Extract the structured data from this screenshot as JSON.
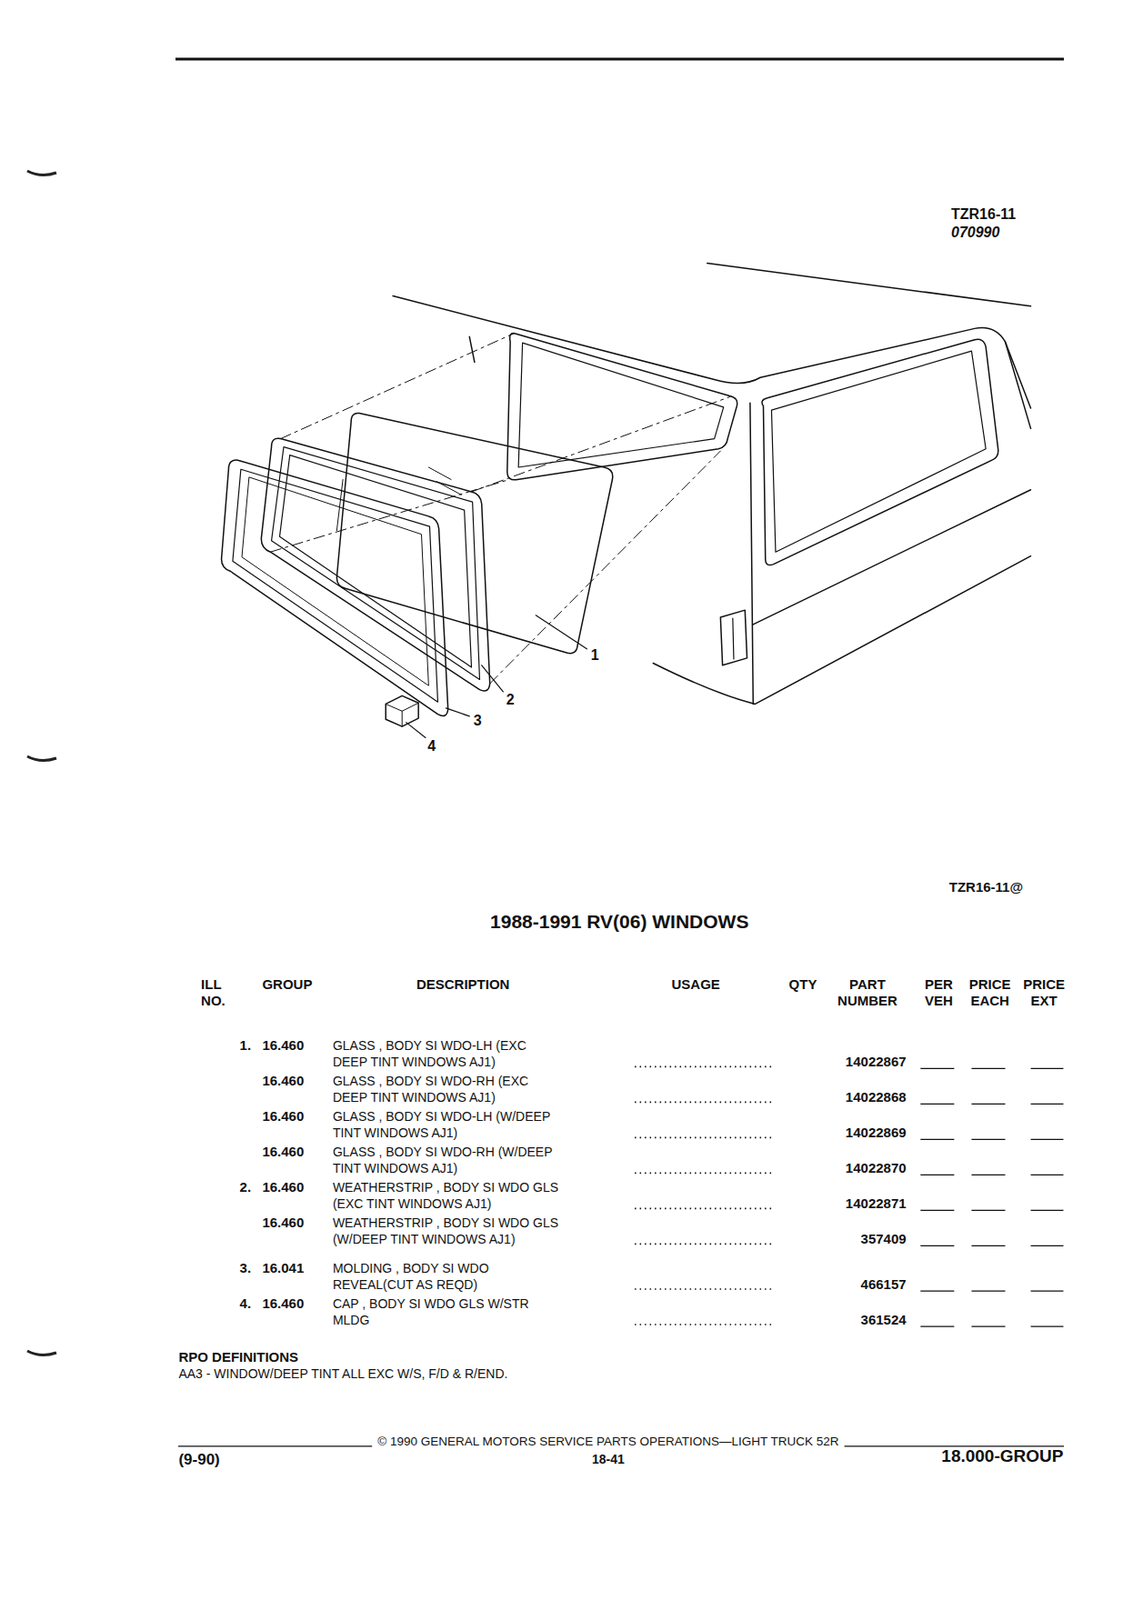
{
  "diagram": {
    "title": "1988-1991 RV(06) WINDOWS",
    "labels": [
      "TZR16-11",
      "070990",
      "1",
      "2",
      "3",
      "4",
      "TZR16-11@",
      "ILL NO.",
      "GROUP",
      "DESCRIPTION",
      "USAGE",
      "QTY",
      "PART NUMBER",
      "PER VEH",
      "PRICE EACH",
      "PRICE EXT",
      "1.",
      "16.460",
      "GLASS , BODY SI WDO-LH (EXC DEEP TINT WINDOWS AJ1)",
      "14022867",
      "16.460",
      "GLASS , BODY SI WDO-RH (EXC DEEP TINT WINDOWS AJ1)",
      "14022868",
      "16.460",
      "GLASS , BODY SI WDO-LH (W/DEEP TINT WINDOWS AJ1)",
      "14022869",
      "16.460",
      "GLASS , BODY SI WDO-RH (W/DEEP TINT WINDOWS AJ1)",
      "14022870",
      "2.",
      "16.460",
      "WEATHERSTRIP , BODY SI WDO GLS (EXC TINT WINDOWS AJ1)",
      "14022871",
      "16.460",
      "WEATHERSTRIP , BODY SI WDO GLS (W/DEEP TINT WINDOWS AJ1)",
      "357409",
      "3.",
      "16.041",
      "MOLDING , BODY SI WDO REVEAL(CUT AS REQD)",
      "466157",
      "4.",
      "16.460",
      "CAP , BODY SI WDO GLS W/STR MLDG",
      "361524",
      "RPO DEFINITIONS",
      "AA3 - WINDOW/DEEP TINT ALL EXC W/S, F/D & R/END.",
      "© 1990 GENERAL MOTORS SERVICE PARTS OPERATIONS—LIGHT TRUCK 52R",
      "18-41",
      "(9-90)",
      "18.000-GROUP"
    ]
  }
}
